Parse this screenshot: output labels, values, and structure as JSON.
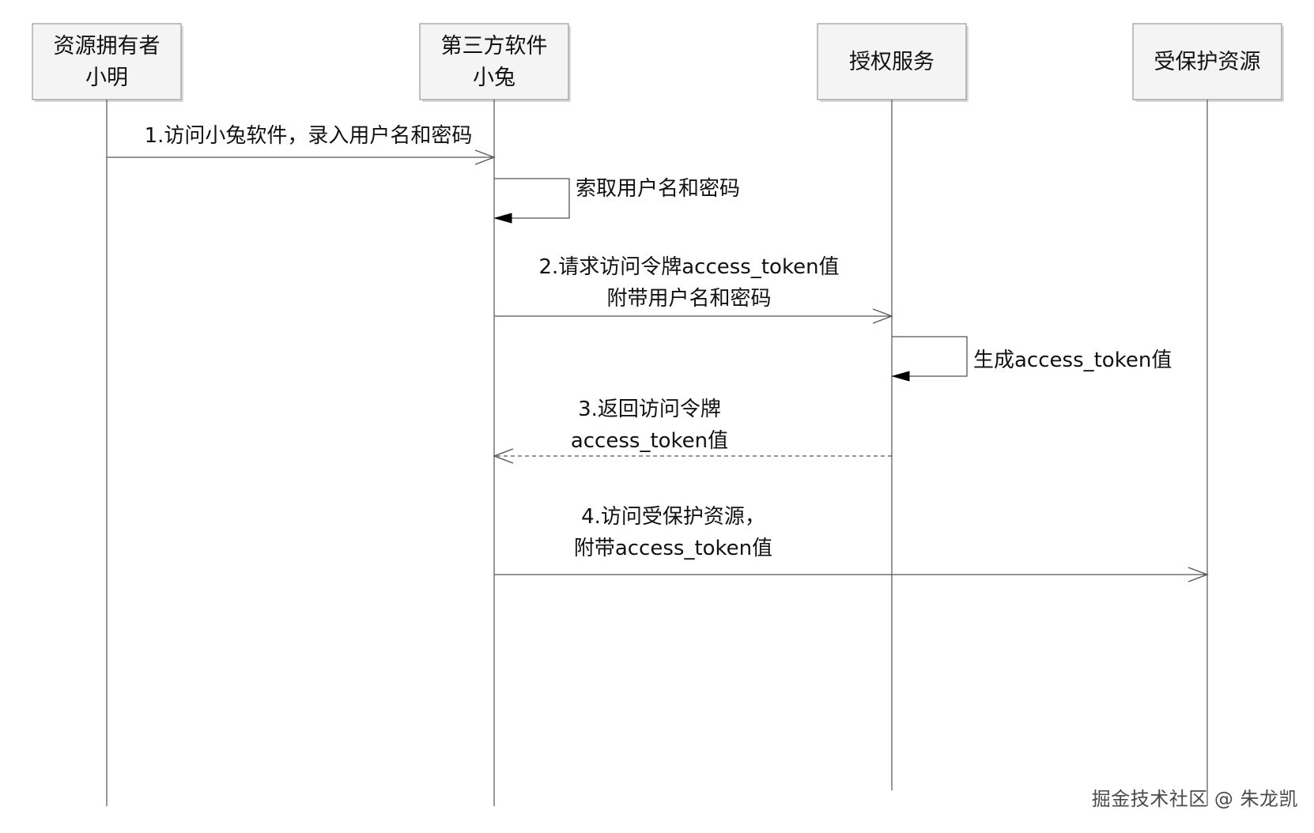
{
  "participants": [
    {
      "lines": [
        "资源拥有者",
        "小明"
      ]
    },
    {
      "lines": [
        "第三方软件",
        "小兔"
      ]
    },
    {
      "lines": [
        "授权服务"
      ]
    },
    {
      "lines": [
        "受保护资源"
      ]
    }
  ],
  "messages": [
    {
      "from": 0,
      "to": 1,
      "style": "solid",
      "lines": [
        "1.访问小兔软件，录入用户名和密码"
      ]
    },
    {
      "from": 1,
      "to": 1,
      "style": "self",
      "lines": [
        "索取用户名和密码"
      ]
    },
    {
      "from": 1,
      "to": 2,
      "style": "solid",
      "lines": [
        "2.请求访问令牌access_token值",
        "附带用户名和密码"
      ]
    },
    {
      "from": 2,
      "to": 2,
      "style": "self",
      "lines": [
        "生成access_token值"
      ]
    },
    {
      "from": 2,
      "to": 1,
      "style": "dashed",
      "lines": [
        "3.返回访问令牌",
        "access_token值"
      ]
    },
    {
      "from": 1,
      "to": 3,
      "style": "solid",
      "lines": [
        "4.访问受保护资源，",
        "附带access_token值"
      ]
    }
  ],
  "watermark": "掘金技术社区 @ 朱龙凯"
}
